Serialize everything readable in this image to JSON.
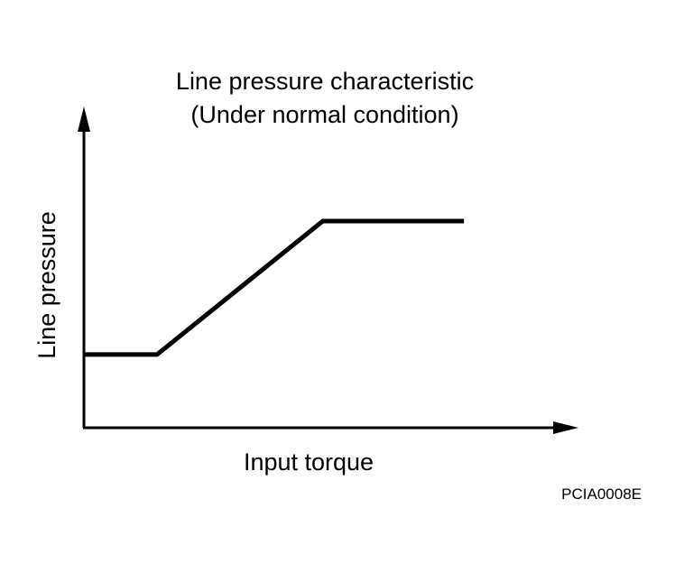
{
  "chart_data": {
    "type": "line",
    "title": "Line pressure characteristic",
    "subtitle": "(Under normal condition)",
    "xlabel": "Input torque",
    "ylabel": "Line pressure",
    "xlim": [
      0,
      100
    ],
    "ylim": [
      0,
      100
    ],
    "grid": false,
    "ticks": false,
    "series": [
      {
        "x": [
          0,
          14.8,
          48.4,
          77
        ],
        "y": [
          22.9,
          22.9,
          64.7,
          64.7
        ],
        "color": "#000000"
      }
    ]
  },
  "figure_code": "PCIA0008E"
}
